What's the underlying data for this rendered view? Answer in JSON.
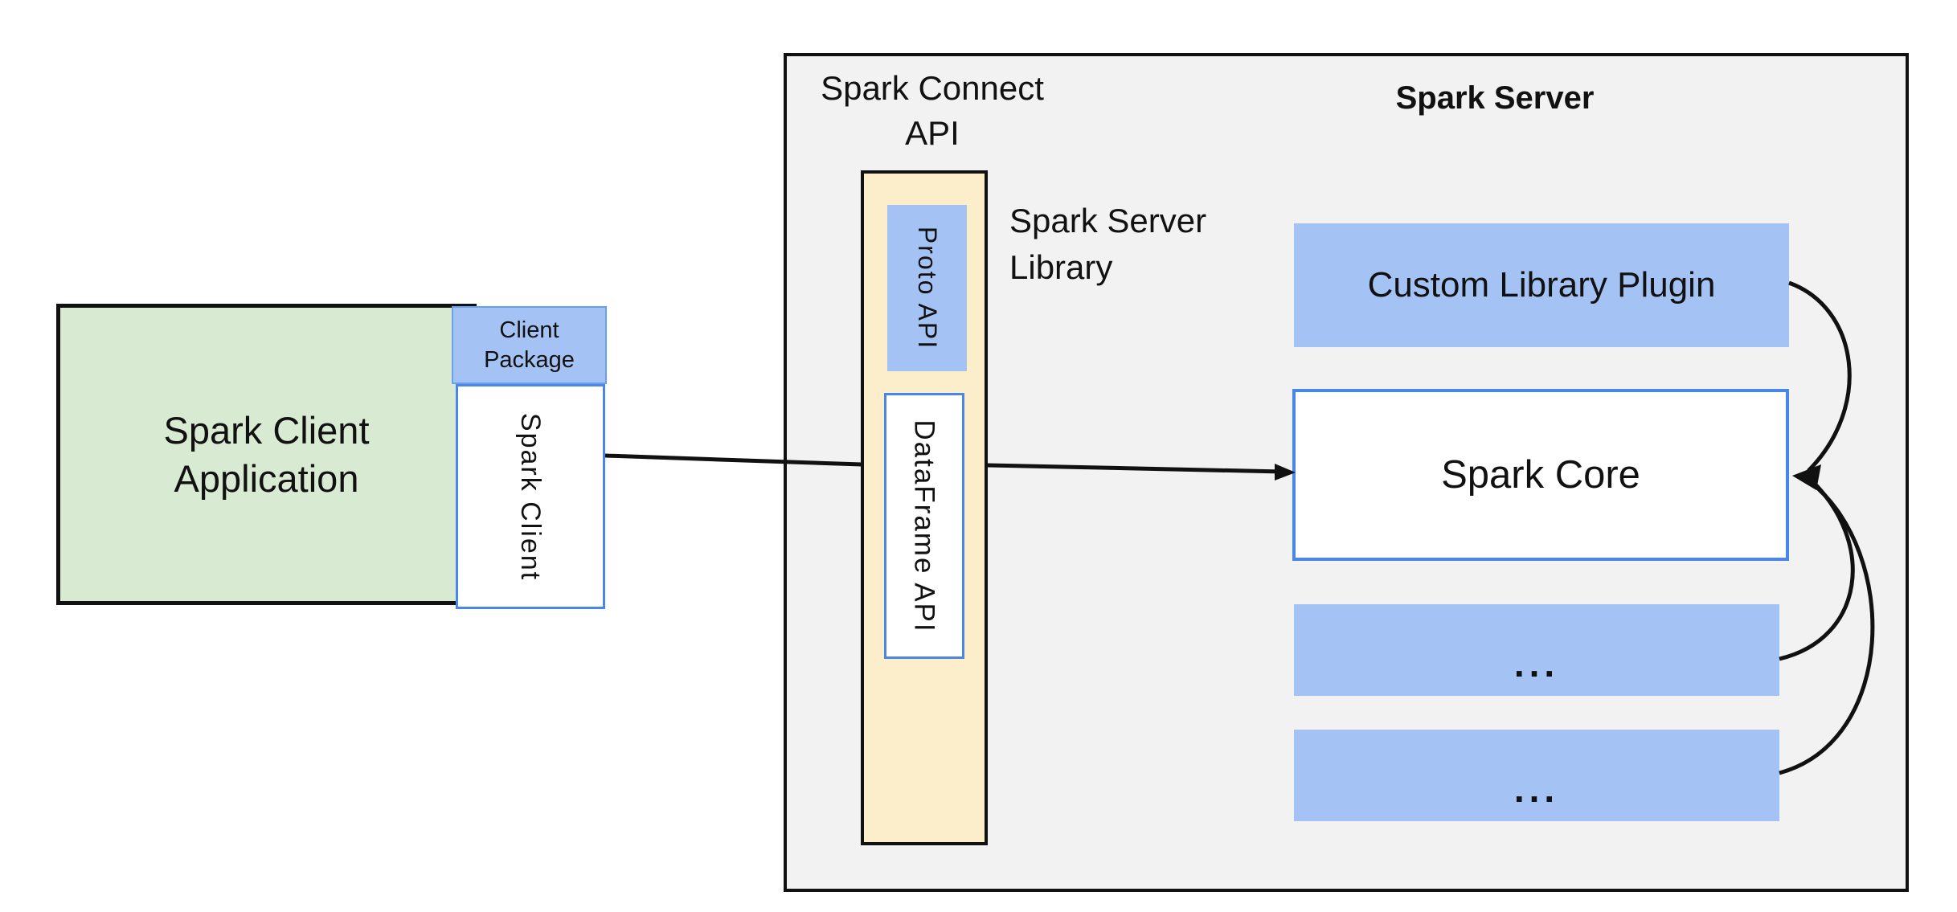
{
  "diagram": {
    "client": {
      "app_label": "Spark Client\nApplication",
      "package_label": "Client\nPackage",
      "spark_client_label": "Spark Client"
    },
    "connect": {
      "panel_title": "Spark Connect\nAPI",
      "proto_label": "Proto API",
      "dataframe_label": "DataFrame API",
      "library_label": "Spark Server\nLibrary"
    },
    "server": {
      "panel_title": "Spark Server",
      "plugin_label": "Custom Library Plugin",
      "core_label": "Spark Core",
      "ellipsis_1": "...",
      "ellipsis_2": "..."
    },
    "colors": {
      "green_fill": "#D9EAD3",
      "blue_fill": "#A4C2F4",
      "yellow_fill": "#FDEECB",
      "panel_fill": "#F2F2F2",
      "blue_border": "#4A86E8",
      "outline_black": "#111111"
    }
  }
}
